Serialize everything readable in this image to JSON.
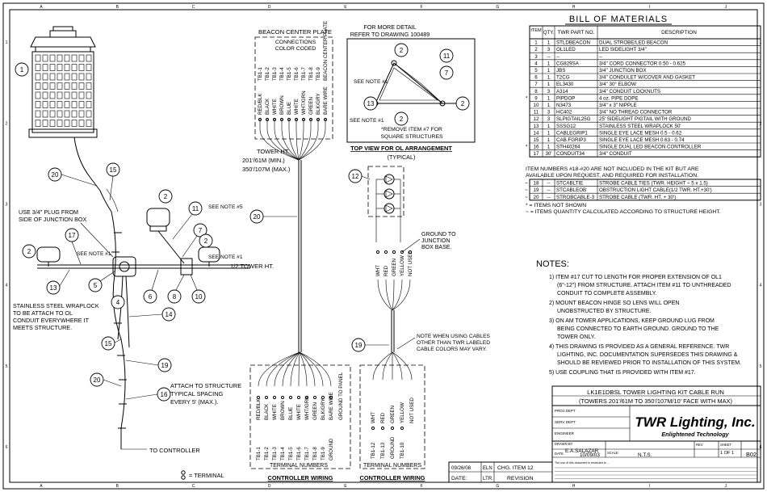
{
  "border": {
    "top_marks": [
      "A",
      "B",
      "C",
      "D",
      "E",
      "F",
      "G",
      "H",
      "I",
      "J"
    ],
    "side_marks": [
      "1",
      "2",
      "3",
      "4",
      "5",
      "6"
    ]
  },
  "beacon_center_plate": {
    "title": "BEACON CENTER PLATE",
    "legend_line1": "CONNECTIONS",
    "legend_line2": "COLOR CODED",
    "rows": [
      [
        "RED/BLK",
        "TB1-1"
      ],
      [
        "BLACK",
        "TB1-2"
      ],
      [
        "WHITE",
        "TB1-3"
      ],
      [
        "BROWN",
        "TB1-4"
      ],
      [
        "BLUE",
        "TB1-5"
      ],
      [
        "WHITE",
        "TB1-6"
      ],
      [
        "WHT/GRN",
        "TB1-7"
      ],
      [
        "GREEN",
        "TB1-8"
      ],
      [
        "BLK/GRY",
        "TB1-9"
      ],
      [
        "BARE WIRE",
        "BEACON CENTER PLATE"
      ]
    ]
  },
  "top_view": {
    "header1": "FOR MORE DETAIL",
    "header2": "REFER TO DRAWING 100489",
    "note_a": "SEE NOTE #1",
    "note_b": "SEE NOTE #1",
    "remove1": "*REMOVE ITEM #7 FOR",
    "remove2": "SQUARE STRUCTURES",
    "caption": "TOP VIEW FOR OL ARRANGEMENT",
    "caption2": "(TYPICAL)"
  },
  "tower": {
    "tower_ht": "TOWER HT.",
    "min": "201'/61M (MIN.)",
    "max": "350'/107M (MAX.)",
    "half": "1/2 TOWER HT."
  },
  "callouts": {
    "plug1": "USE 3/4\" PLUG FROM",
    "plug2": "SIDE OF JUNCTION BOX",
    "see_note_1": "SEE NOTE #1",
    "see_note_5": "SEE NOTE #5",
    "wraplock": [
      "STAINLESS STEEL WRAPLOCK",
      "TO BE ATTACH TO OL",
      "CONDUIT EVERYWHERE IT",
      "MEETS STRUCTURE."
    ],
    "attach": [
      "ATTACH TO STRUCTURE",
      "TYPICAL SPACING",
      "EVERY 5' (MAX.)."
    ],
    "to_controller": "TO CONTROLLER",
    "terminal_legend": "= TERMINAL"
  },
  "ol_panel": {
    "ground1": "GROUND TO",
    "ground2": "JUNCTION",
    "ground3": "BOX BASE.",
    "wires": [
      "WHT",
      "RED",
      "GREEN",
      "YELLOW",
      "NOT USED"
    ],
    "cable_note": [
      "NOTE WHEN USING CABLES",
      "OTHER THAN TWR LABELED",
      "CABLE COLORS MAY VARY."
    ],
    "term_wires": [
      "WHT",
      "RED",
      "GREEN",
      "YELLOW",
      "NOT USED"
    ],
    "term_nums": [
      "TB1-12",
      "TB1-13",
      "GROUND",
      "TB1-10",
      ""
    ],
    "terminal_numbers": "TERMINAL NUMBERS",
    "controller_wiring": "CONTROLLER WIRING"
  },
  "ctrl_panel": {
    "wires": [
      "RED/BLK",
      "BLACK",
      "WHITE",
      "BROWN",
      "BLUE",
      "WHITE",
      "WHT/GRN",
      "GREEN",
      "BLK/GRY",
      "BARE WIRE"
    ],
    "terms": [
      "TB1-1",
      "TB1-2",
      "TB1-3",
      "TB1-4",
      "TB1-5",
      "TB1-6",
      "TB1-7",
      "TB1-8",
      "TB1-9",
      "GROUND"
    ],
    "ground_panel": "GROUND TO PANEL",
    "terminal_numbers": "TERMINAL NUMBERS",
    "controller_wiring": "CONTROLLER WIRING"
  },
  "bom": {
    "title": "BILL OF MATERIALS",
    "headers": [
      "ITEM NO.",
      "QTY.",
      "TWR PART NO.",
      "DESCRIPTION"
    ],
    "rows": [
      [
        "",
        "1",
        "1",
        "STLDBEACON",
        "DUAL STROBE/LED BEACON"
      ],
      [
        "",
        "2",
        "3",
        "OL1LED",
        "LED SIDELIGHT 3/4\""
      ],
      [
        "",
        "3",
        "--",
        "--",
        "--"
      ],
      [
        "",
        "4",
        "1",
        "CG829SA",
        "3/4\" CORD CONNECTOR 0.50 - 0.625"
      ],
      [
        "",
        "5",
        "1",
        "JBS",
        "3/4\" JUNCTION BOX"
      ],
      [
        "",
        "6",
        "1",
        "T2CG",
        "3/4\" CONDULET W/COVER AND GASKET"
      ],
      [
        "",
        "7",
        "1",
        "EL3430",
        "3/4\" 30° ELBOW"
      ],
      [
        "",
        "8",
        "3",
        "A314",
        "3/4\" CONDUIT LOCKNUTS"
      ],
      [
        "*",
        "9",
        "1",
        "PIPDOP",
        "4 oz. PIPE DOPE"
      ],
      [
        "",
        "10",
        "1",
        "N3473",
        "3/4\" x 3\" NIPPLE"
      ],
      [
        "",
        "11",
        "3",
        "HC402",
        "3/4\" NO THREAD CONNECTOR"
      ],
      [
        "",
        "12",
        "3",
        "SLPIGTAIL25G",
        "25' SIDELIGHT PIGTAIL WITH GROUND"
      ],
      [
        "",
        "13",
        "1",
        "SSSG12",
        "STAINLESS STEEL WRAPLOCK 50'"
      ],
      [
        "",
        "14",
        "1",
        "CABLEGRIP1",
        "SINGLE EYE LACE MESH 0.5 - 0.62"
      ],
      [
        "",
        "15",
        "1",
        "CAB.FGRIP3",
        "SINGLE EYE LACE MESH 0.63 - 0.74"
      ],
      [
        "*",
        "16",
        "1",
        "STH40264",
        "SINGLE DUAL LED BEACON CONTROLLER"
      ],
      [
        "",
        "17",
        "30'",
        "CONDUIT34",
        "3/4\" CONDUIT"
      ]
    ],
    "avail1": "ITEM NUMBERS #18-#20 ARE NOT INCLUDED IN THE KIT BUT ARE",
    "avail2": "AVAILABLE UPON REQUEST, AND REQUIRED FOR INSTALLATION.",
    "extra_rows": [
      [
        "~",
        "18",
        "--",
        "STCABLTIE",
        "STROBE CABLE TIES (TWR. HEIGHT ÷ 5 x 1.5)"
      ],
      [
        "~",
        "19",
        "--",
        "STCABLEOB",
        "OBSTRUCTION LIGHT CABLE(1/2 TWR. HT.+30')"
      ],
      [
        "~",
        "20",
        "--",
        "STROBCABLE-3",
        "STROBE CABLE (TWR. HT. + 30')"
      ]
    ],
    "legend1": "* = ITEMS NOT SHOWN",
    "legend2": "~ = ITEMS QUANTITY CALCULATED ACCORDING TO STRUCTURE HEIGHT."
  },
  "notes": {
    "title": "NOTES:",
    "items": [
      [
        "1) ITEM #17 CUT TO LENGTH FOR PROPER EXTENSION OF OL1",
        "(6\"-12\") FROM STRUCTURE. ATTACH ITEM #11 TO UNTHREADED",
        "CONDUIT TO COMPLETE ASSEMBLY."
      ],
      [
        "2) MOUNT BEACON HINGE SO LENS WILL OPEN",
        "UNOBSTRUCTED BY STRUCTURE."
      ],
      [
        "3) ON AM TOWER APPLICATIONS, KEEP GROUND LUG FROM",
        "BEING CONNECTED TO EARTH GROUND. GROUND TO THE",
        "TOWER ONLY."
      ],
      [
        "4) THIS DRAWING IS PROVIDED AS A GENERAL REFERENCE. TWR",
        "LIGHTING, INC. DOCUMENTATION SUPERSEDES THIS DRAWING &",
        "SHOULD BE REVIEWED PRIOR TO INSTALLATION OF THIS SYSTEM."
      ],
      [
        "5) USE COUPLING THAT IS PROVIDED WITH ITEM #17."
      ]
    ]
  },
  "title_block": {
    "title1": "LK1E1DBSL TOWER LIGHTING KIT CABLE RUN",
    "title2": "(TOWERS 201'/61M TO 350'/107M/10' FACE WITH MAX)",
    "fields": [
      "PROJ DEPT",
      "SERV DEPT",
      "ENGINEER"
    ],
    "company": "TWR Lighting, Inc.",
    "tagline": "Enlightened Technology",
    "drawn_by_label": "DRAWN BY",
    "drawn_by": "E.A.SALAZAR",
    "date_label": "DATE",
    "date": "10/09/03",
    "scale_label": "SCALE",
    "scale": "N.T.S.",
    "sheet_label": "SHEET",
    "sheet": "1 OF 1",
    "rev_label": "REV",
    "dwg_no": "B02",
    "fine_print": "The use of this document is restricted to ..."
  },
  "revision_block": {
    "date": "09/26/08",
    "by": "ELN",
    "desc": "CHG. ITEM 12",
    "col_date": "DATE:",
    "col_ltr": "LTR.",
    "col_rev": "REVISION"
  }
}
